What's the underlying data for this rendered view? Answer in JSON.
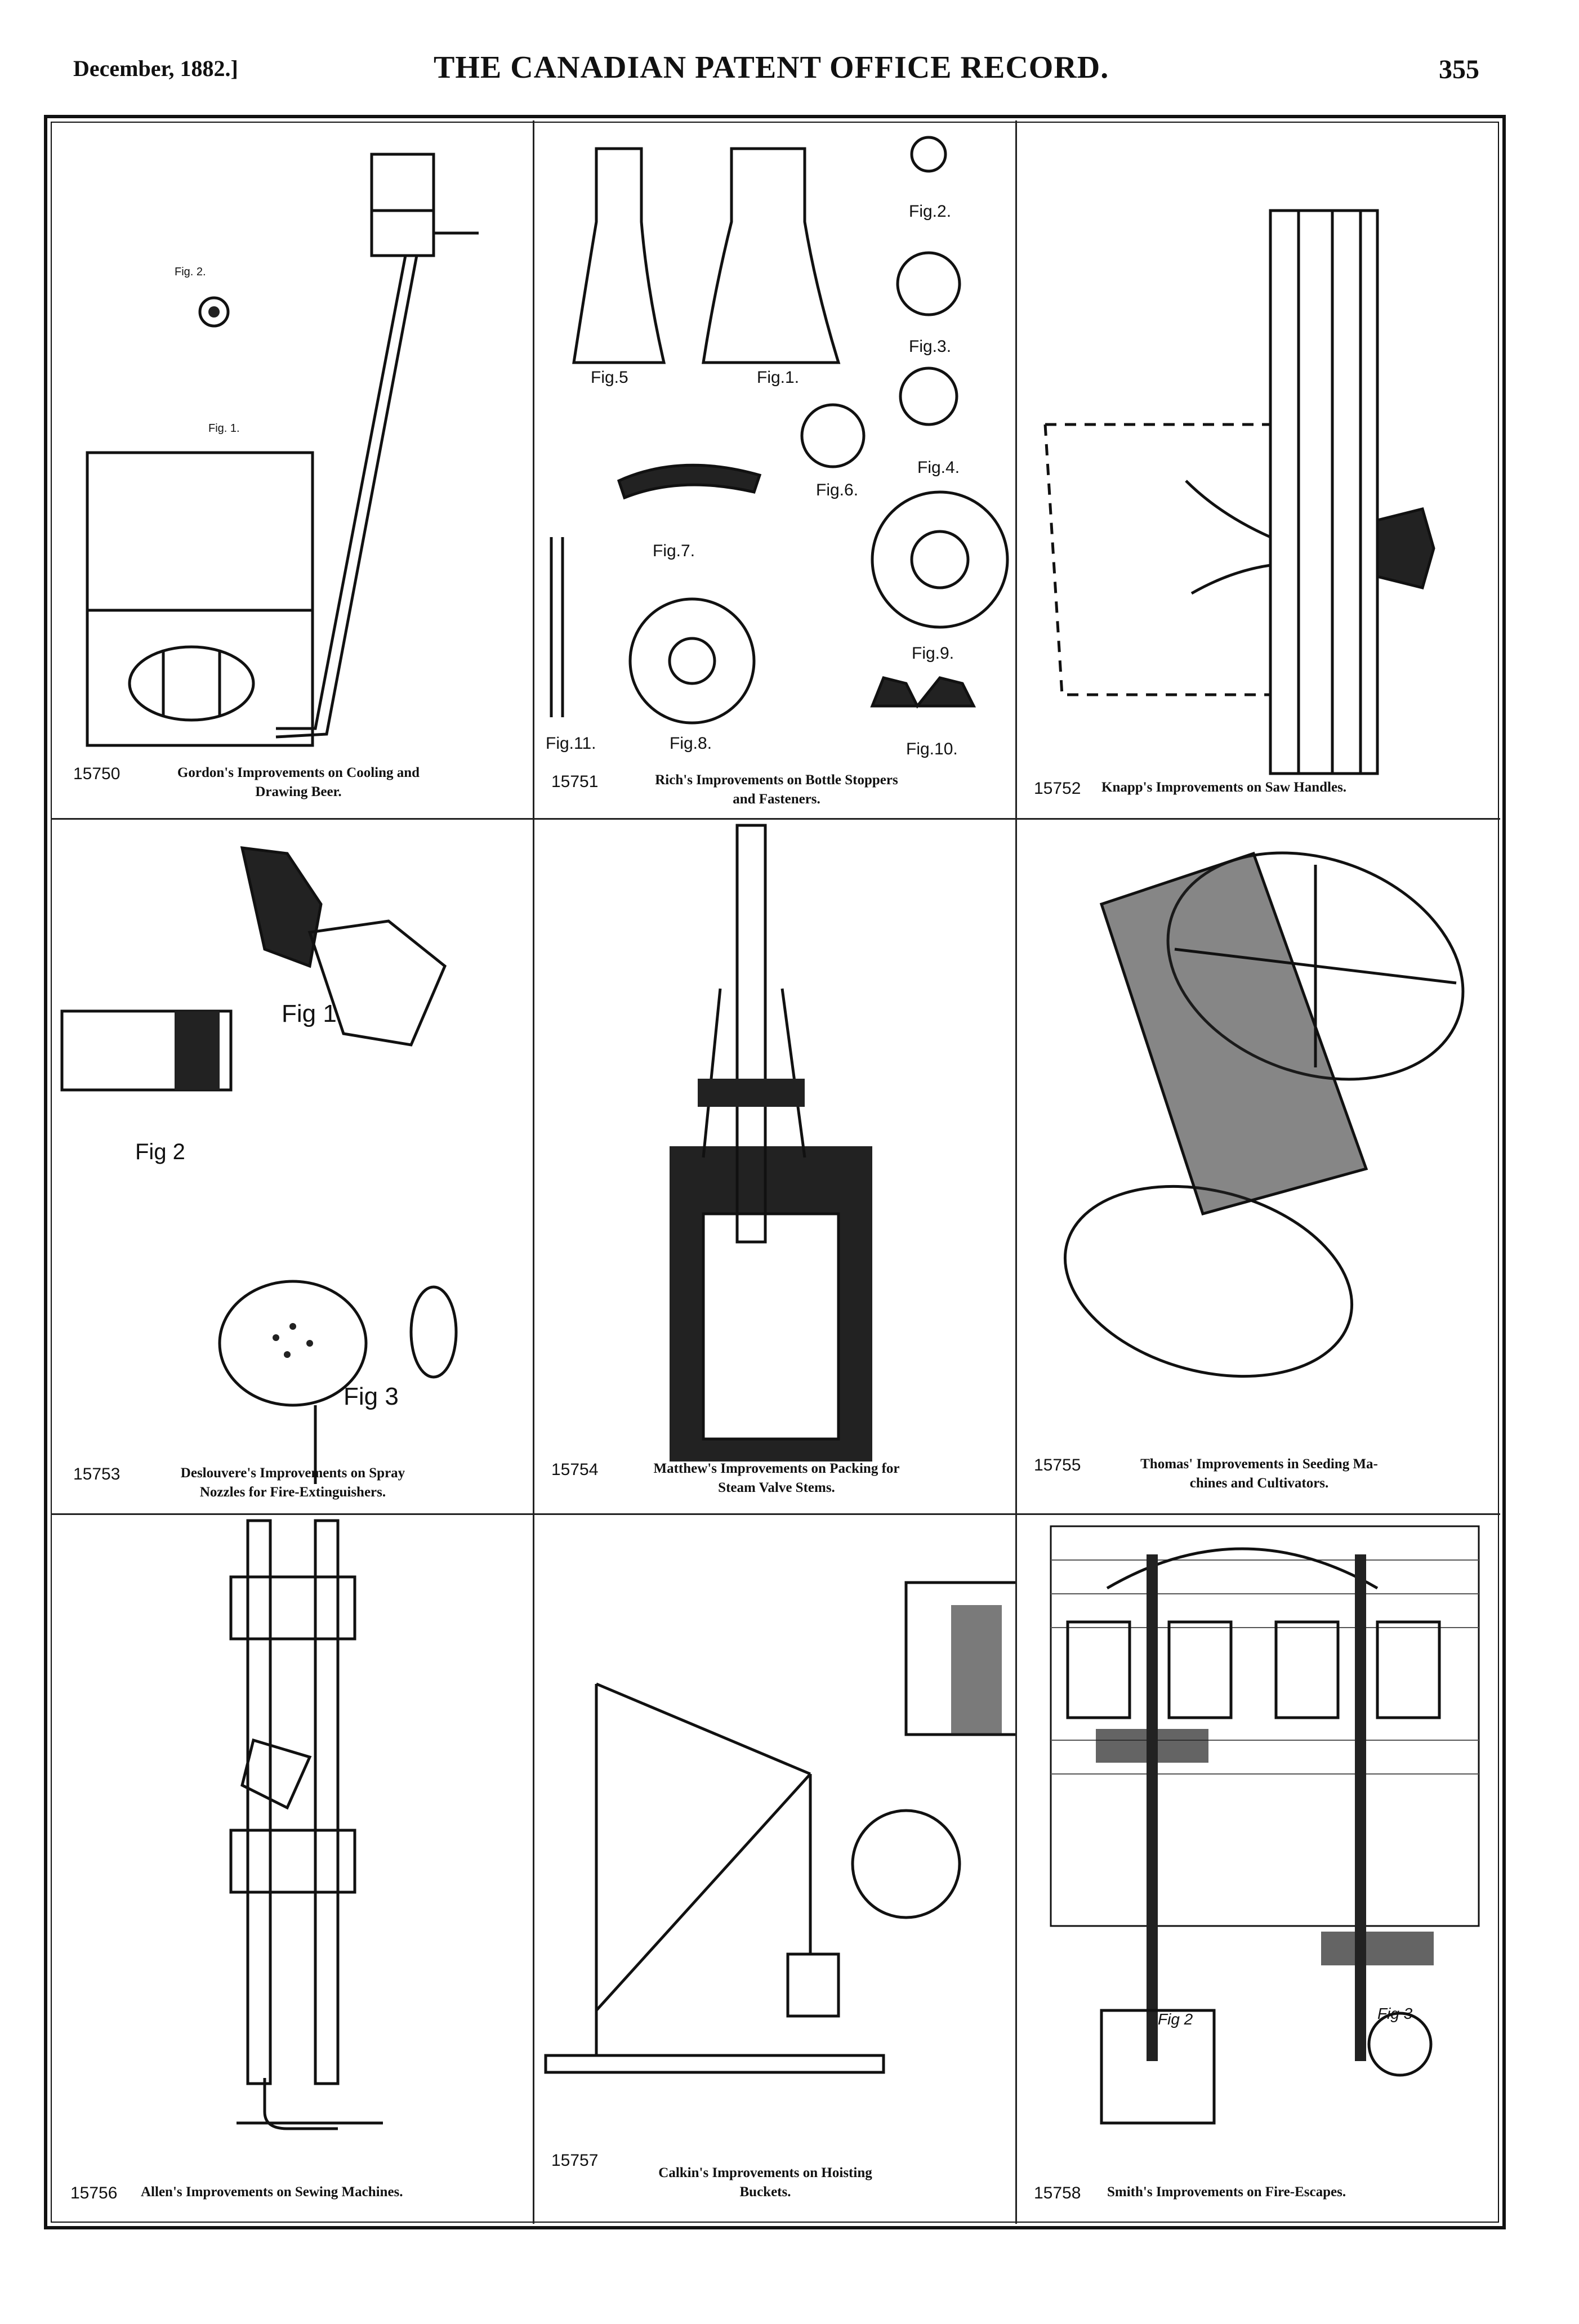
{
  "header": {
    "date": "December, 1882.]",
    "title": "THE CANADIAN PATENT OFFICE RECORD.",
    "page_number": "355"
  },
  "patents": [
    {
      "number": "15750",
      "caption_line1": "Gordon's Improvements on Cooling and",
      "caption_line2": "Drawing Beer.",
      "figures": [
        "Fig. 1.",
        "Fig. 2."
      ]
    },
    {
      "number": "15751",
      "caption_line1": "Rich's Improvements on Bottle Stoppers",
      "caption_line2": "and Fasteners.",
      "figures": [
        "Fig.1.",
        "Fig.2.",
        "Fig.3.",
        "Fig.4.",
        "Fig.5",
        "Fig.6.",
        "Fig.7.",
        "Fig.8.",
        "Fig.9.",
        "Fig.10.",
        "Fig.11."
      ]
    },
    {
      "number": "15752",
      "caption_line1": "Knapp's Improvements on Saw Handles.",
      "caption_line2": "",
      "figures": []
    },
    {
      "number": "15753",
      "caption_line1": "Deslouvere's Improvements on Spray",
      "caption_line2": "Nozzles for Fire-Extinguishers.",
      "figures": [
        "Fig 1",
        "Fig 2",
        "Fig 3"
      ]
    },
    {
      "number": "15754",
      "caption_line1": "Matthew's Improvements on Packing for",
      "caption_line2": "Steam Valve Stems.",
      "figures": []
    },
    {
      "number": "15755",
      "caption_line1": "Thomas' Improvements in Seeding Ma-",
      "caption_line2": "chines and Cultivators.",
      "figures": []
    },
    {
      "number": "15756",
      "caption_line1": "Allen's Improvements on Sewing Machines.",
      "caption_line2": "",
      "figures": []
    },
    {
      "number": "15757",
      "caption_line1": "Calkin's Improvements on Hoisting",
      "caption_line2": "Buckets.",
      "figures": []
    },
    {
      "number": "15758",
      "caption_line1": "Smith's Improvements on Fire-Escapes.",
      "caption_line2": "",
      "figures": [
        "Fig 2",
        "Fig 3"
      ]
    }
  ]
}
